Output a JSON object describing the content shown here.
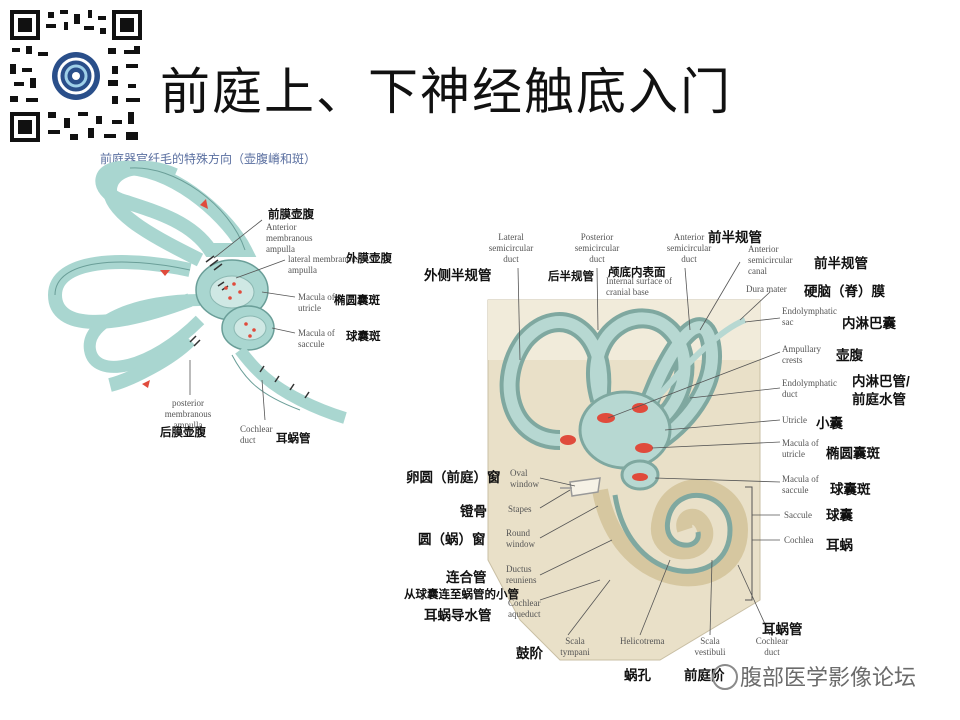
{
  "title": "前庭上、下神经触底入门",
  "left_figure": {
    "subtitle": "前庭器官纤毛的特殊方向（壶腹嵴和斑）",
    "labels": {
      "anterior_ampulla_cn": "前膜壶腹",
      "anterior_ampulla_en": "Anterior membranous ampulla",
      "lateral_ampulla_en": "lateral membranous ampulla",
      "lateral_ampulla_cn": "外膜壶腹",
      "macula_utricle_en": "Macula of utricle",
      "macula_utricle_cn": "椭圆囊斑",
      "macula_saccule_en": "Macula of saccule",
      "macula_saccule_cn": "球囊斑",
      "posterior_ampulla_en": "posterior membranous ampulla",
      "posterior_ampulla_cn": "后膜壶腹",
      "cochlear_duct_en": "Cochlear duct",
      "cochlear_duct_cn": "耳蜗管"
    }
  },
  "right_figure": {
    "labels": {
      "lateral_canal_en": "Lateral semicircular duct",
      "lateral_canal_cn": "外侧半规管",
      "posterior_canal_en": "Posterior semicircular duct",
      "posterior_canal_cn": "后半规管",
      "anterior_canal_en": "Anterior semicircular duct",
      "anterior_canal_cn": "前半规管",
      "cranial_base_cn": "颅底内表面",
      "cranial_base_en": "Internal surface of cranial base",
      "anterior_semicanal_en": "Anterior semicircular canal",
      "anterior_semicanal_cn": "前半规管",
      "dura_en": "Dura mater",
      "dura_cn": "硬脑（脊）膜",
      "endolymph_sac_en": "Endolymphatic sac",
      "endolymph_sac_cn": "内淋巴囊",
      "ampullary_en": "Ampullary crests",
      "ampullary_cn": "壶腹",
      "endolymph_duct_en": "Endolymphatic duct",
      "endolymph_duct_cn1": "内淋巴管/",
      "endolymph_duct_cn2": "前庭水管",
      "utricle_en": "Utricle",
      "utricle_cn": "小囊",
      "macula_utricle_en": "Macula of utricle",
      "macula_utricle_cn": "椭圆囊斑",
      "macula_saccule_en": "Macula of saccule",
      "macula_saccule_cn": "球囊斑",
      "saccule_en": "Saccule",
      "saccule_cn": "球囊",
      "cochlea_en": "Cochlea",
      "cochlea_cn": "耳蜗",
      "oval_en": "Oval window",
      "oval_cn": "卵圆（前庭）窗",
      "stapes_en": "Stapes",
      "stapes_cn": "镫骨",
      "round_en": "Round window",
      "round_cn": "圆（蜗）窗",
      "reuniens_en": "Ductus reuniens",
      "reuniens_cn": "连合管",
      "reuniens_note": "从球囊连至蜗管的小管",
      "aqueduct_en": "Cochlear aqueduct",
      "aqueduct_cn": "耳蜗导水管",
      "tympani_en": "Scala tympani",
      "tympani_cn": "鼓阶",
      "helico_en": "Helicotrema",
      "helico_cn": "蜗孔",
      "vestibuli_en": "Scala vestibuli",
      "vestibuli_cn": "前庭阶",
      "cochlear_duct_en": "Cochlear duct",
      "cochlear_duct_cn": "耳蜗管"
    }
  },
  "watermark": "腹部医学影像论坛",
  "colors": {
    "duct_fill": "#a9d6d0",
    "duct_stroke": "#6a9e98",
    "bone": "#e9e0c8",
    "macula_red": "#e04b3c"
  }
}
